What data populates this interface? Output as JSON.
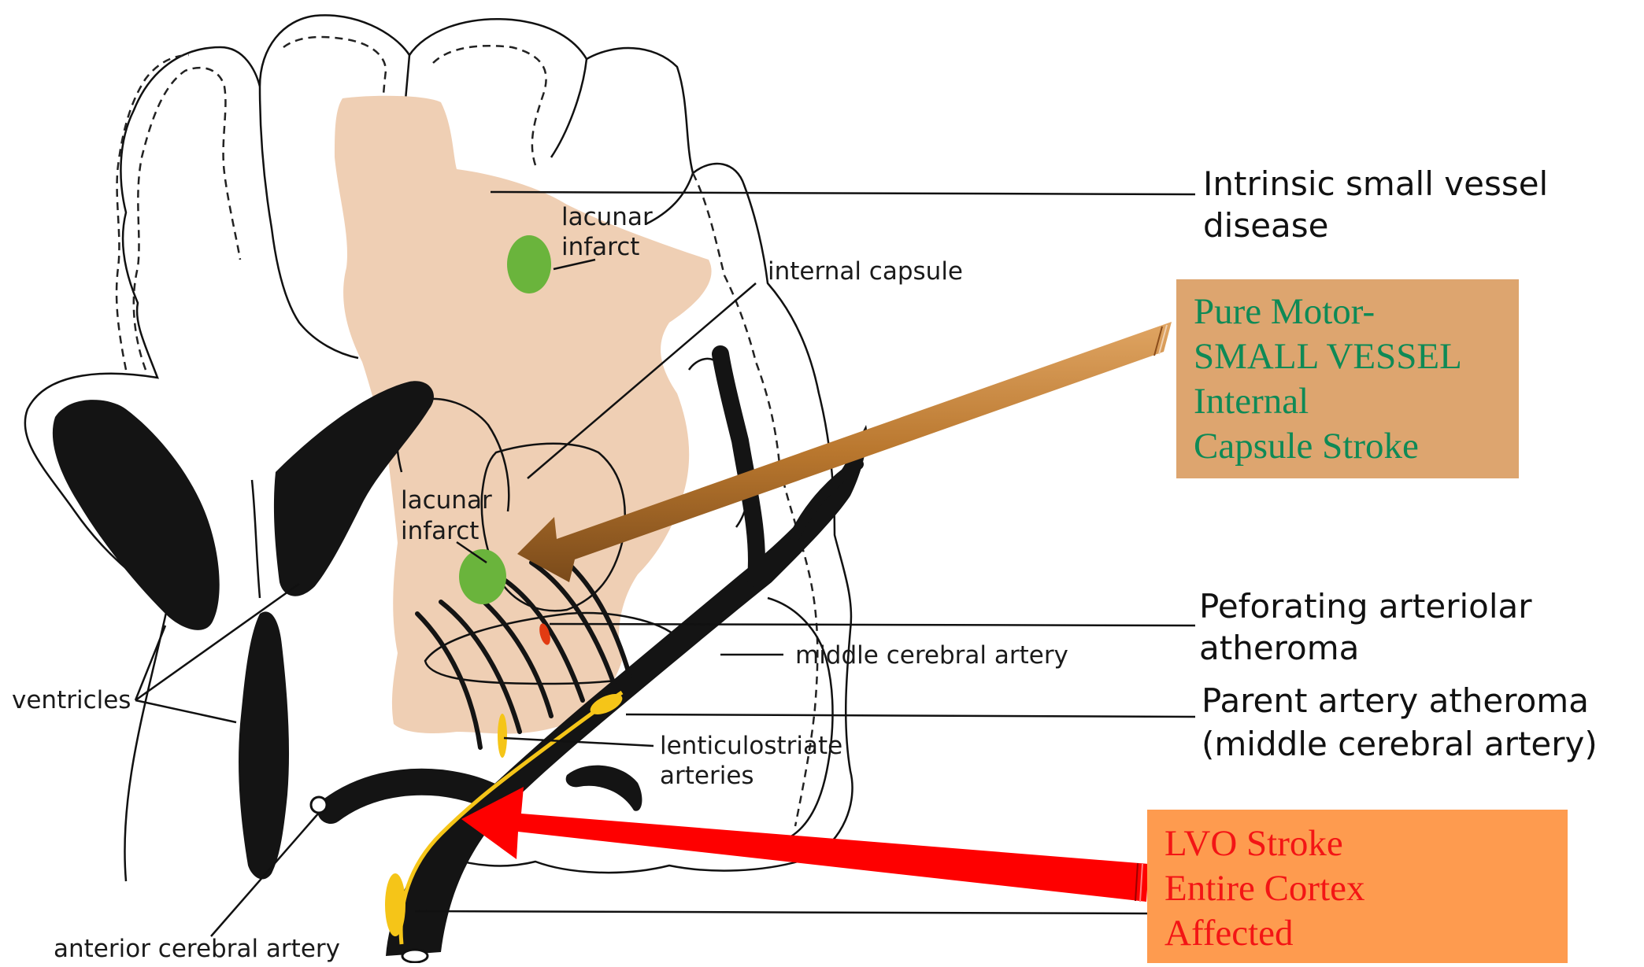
{
  "labels": {
    "lacunar_infarct_top": [
      "lacunar",
      "infarct"
    ],
    "lacunar_infarct_bottom": [
      "lacunar",
      "infarct"
    ],
    "internal_capsule": "internal capsule",
    "ventricles": "ventricles",
    "middle_cerebral_artery": "middle cerebral artery",
    "lenticulostriate_arteries": [
      "lenticulostriate",
      "arteries"
    ],
    "anterior_cerebral_artery": "anterior cerebral artery"
  },
  "right_labels": {
    "small_vessel_disease": [
      "Intrinsic small vessel",
      "disease"
    ],
    "perforating_atheroma": [
      "Peforating arteriolar",
      "atheroma"
    ],
    "parent_artery_atheroma": [
      "Parent artery atheroma",
      "(middle cerebral artery)"
    ]
  },
  "callouts": {
    "pure_motor": [
      "Pure Motor-",
      "SMALL VESSEL",
      "Internal",
      "Capsule Stroke"
    ],
    "lvo": [
      "LVO Stroke",
      "Entire Cortex",
      "Affected"
    ]
  },
  "colors": {
    "white_matter": "#efcfb4",
    "infarct": "#6ab43c",
    "atheroma": "#f5c518",
    "motor_arrow": "#b97a3a",
    "lvo_arrow": "#fe0000",
    "motor_box": "#dda56f",
    "lvo_box": "#fe9b4f",
    "motor_text": "#0e8a56",
    "lvo_text": "#f31515"
  }
}
